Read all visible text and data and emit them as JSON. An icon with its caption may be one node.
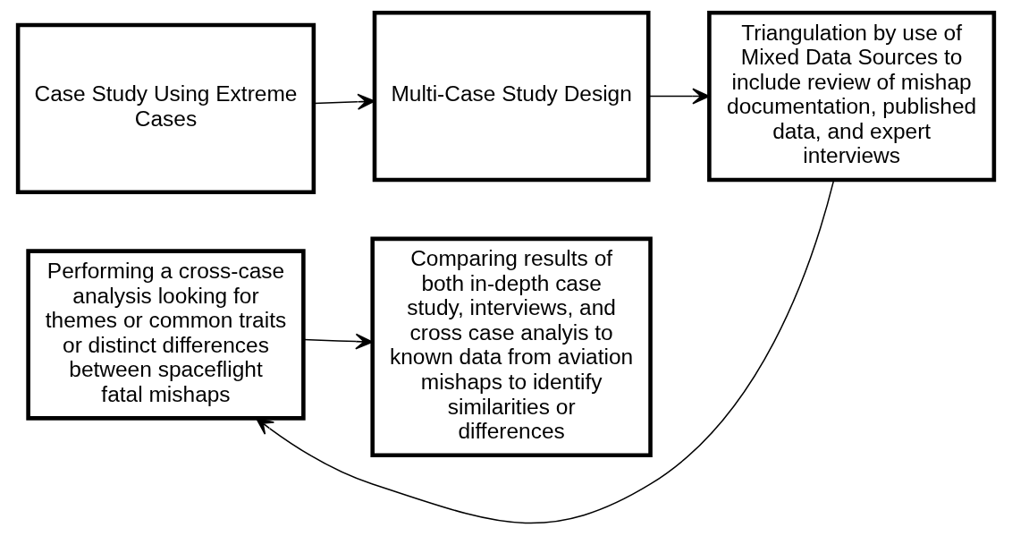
{
  "diagram": {
    "nodes": [
      {
        "text": [
          "Case Study Using Extreme Cases"
        ]
      },
      {
        "text": [
          "Multi-Case Study Design"
        ]
      },
      {
        "text": [
          "Triangulation by use of Mixed Data Sources to include review of mishap documentation, published data, and expert interviews"
        ]
      },
      {
        "text": [
          "Performing a cross-case analysis looking for themes or common traits or distinct differences between spaceflight fatal mishaps"
        ]
      },
      {
        "text": [
          "Comparing results of both in-depth case study, interviews, and cross case analyis to known data from aviation mishaps to identify similarities or differences"
        ]
      }
    ],
    "edges": [
      {
        "from": 0,
        "to": 1,
        "arrow": "to"
      },
      {
        "from": 1,
        "to": 2,
        "arrow": "to"
      },
      {
        "from": 2,
        "to": 3,
        "arrow": "to"
      },
      {
        "from": 3,
        "to": 4,
        "arrow": "to"
      }
    ]
  }
}
